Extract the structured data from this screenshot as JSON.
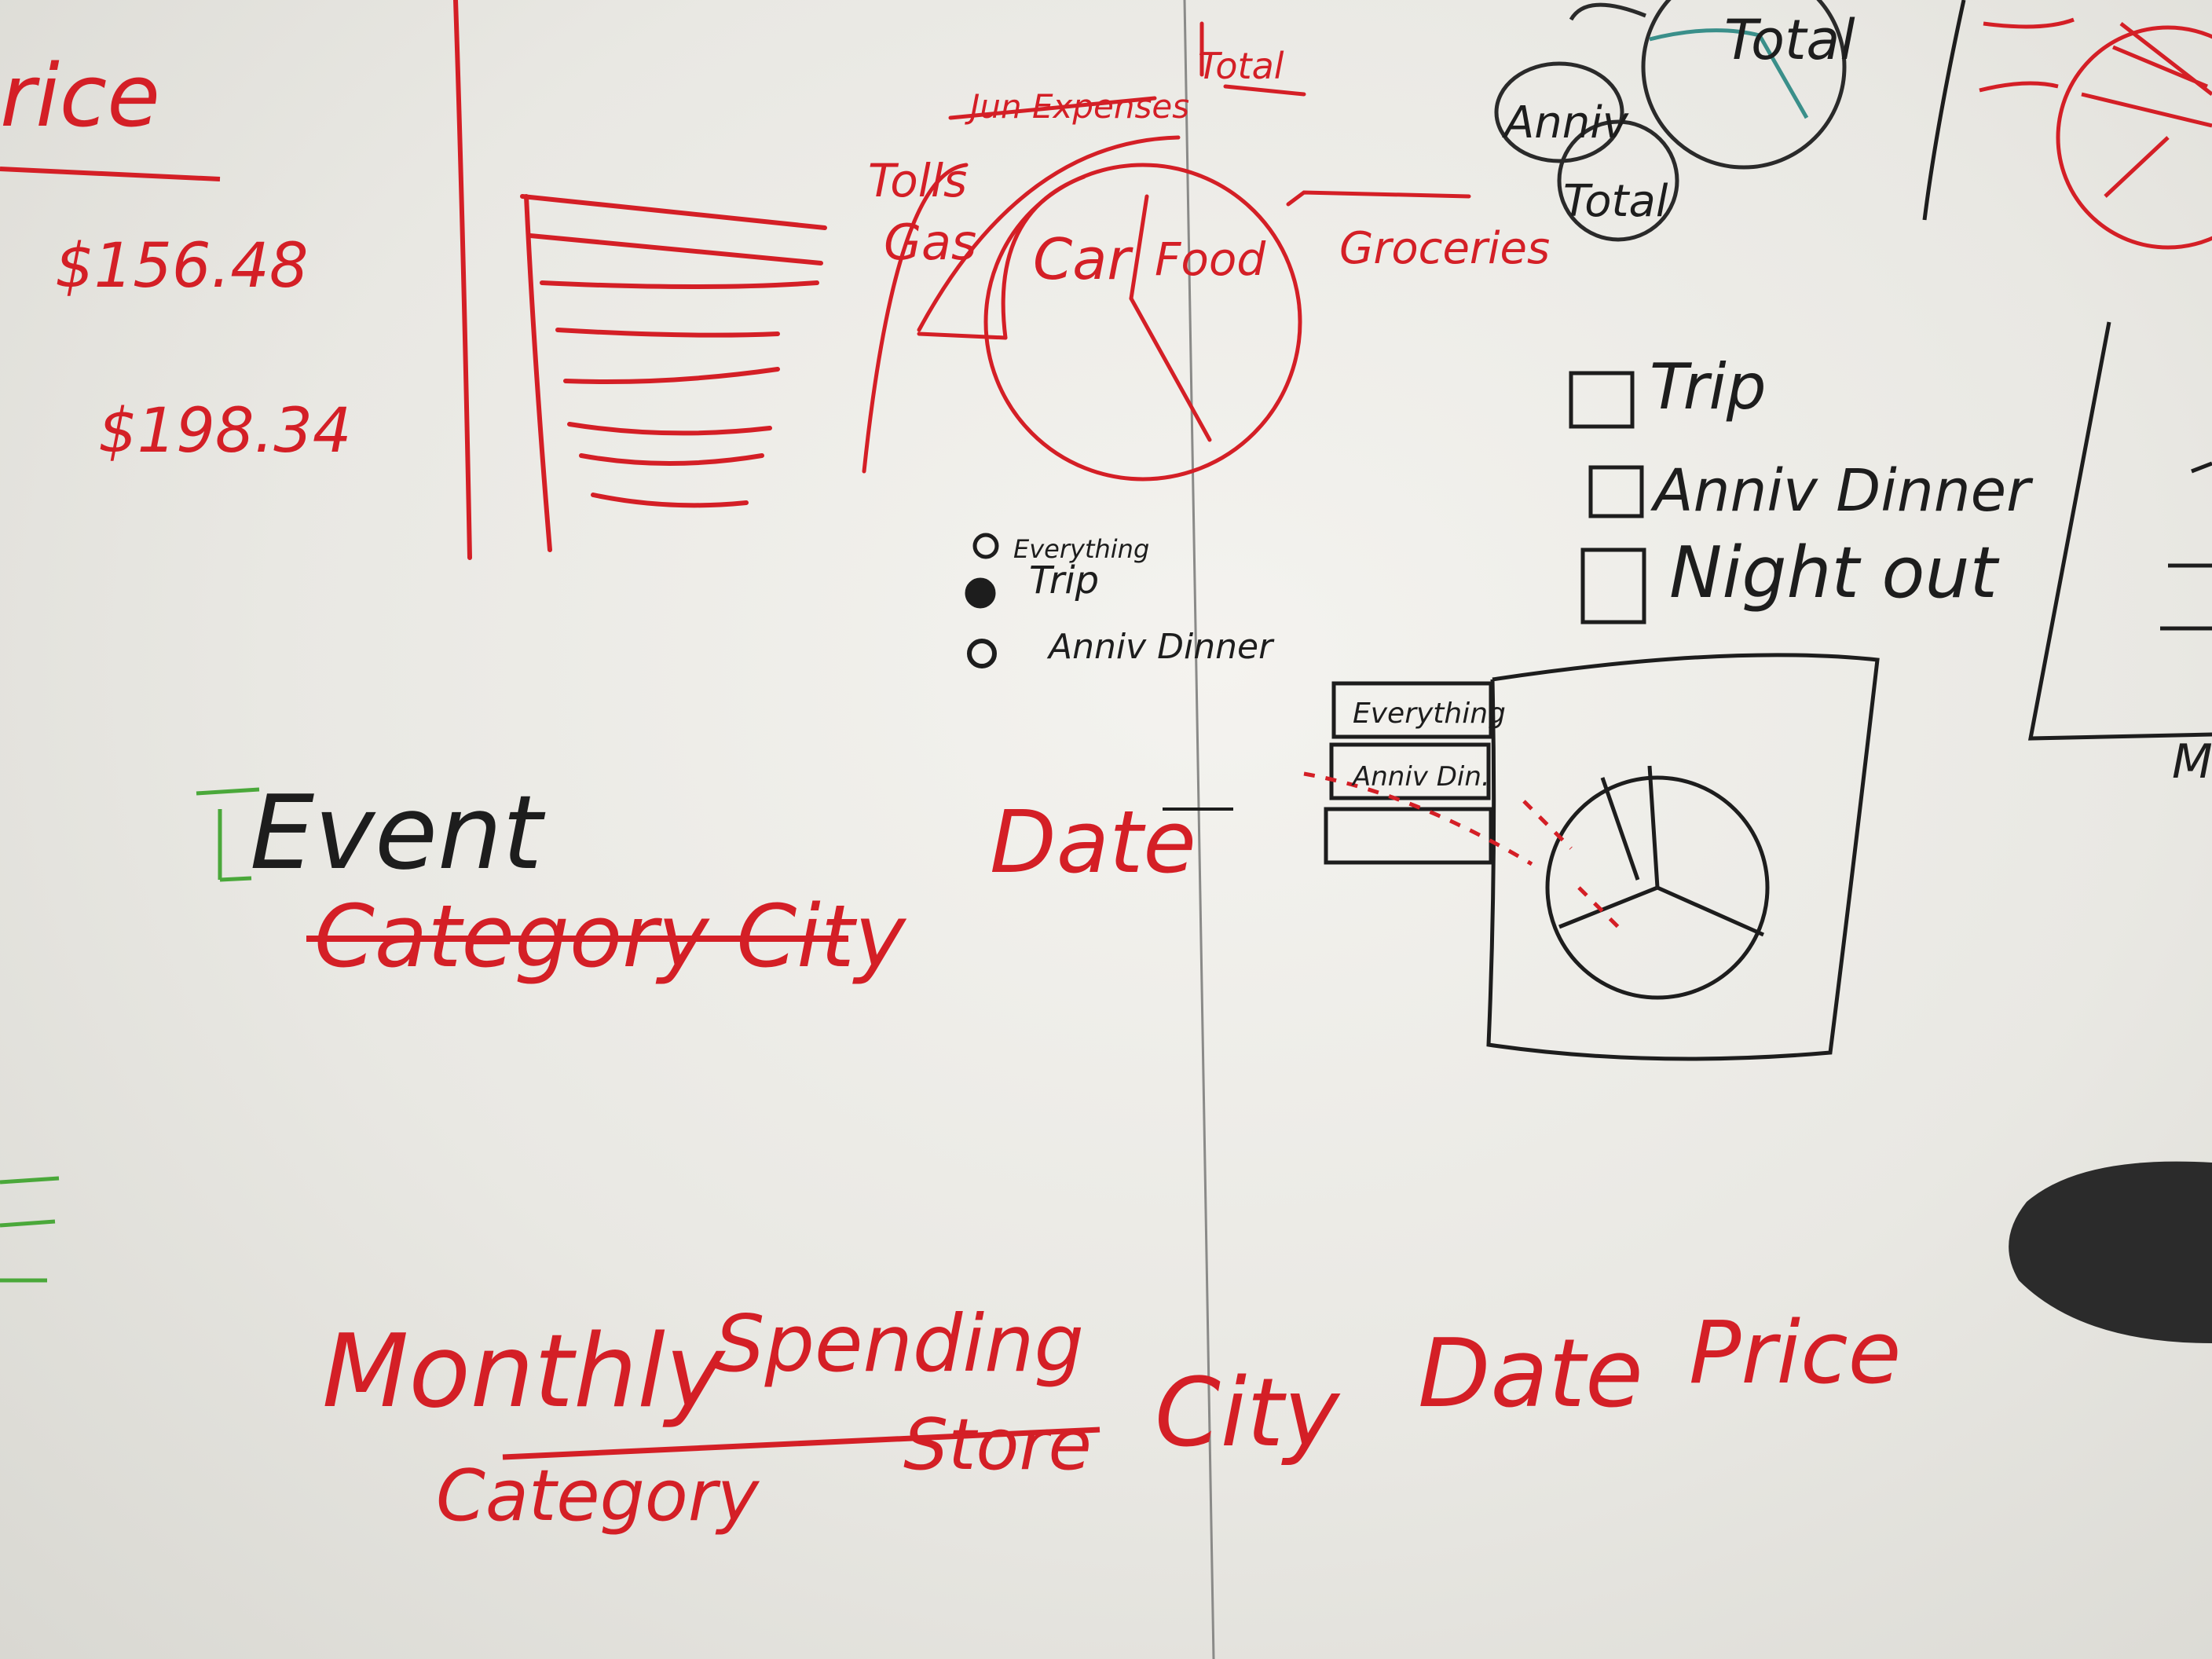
{
  "left_column": {
    "heading": "rice",
    "prices": [
      "$156.48",
      "$198.34"
    ]
  },
  "pie_sketch": {
    "title": "Jun Expenses",
    "total": "Total",
    "labels": [
      "Tolls",
      "Gas",
      "Car",
      "Food",
      "Groceries"
    ]
  },
  "radio_list": [
    "Everything",
    "Trip",
    "Anniv Dinner"
  ],
  "bubbles": [
    "Total",
    "Anniv",
    "Total"
  ],
  "checkbox_list": [
    "Trip",
    "Anniv Dinner",
    "Night out"
  ],
  "tab_panel": {
    "tabs": [
      "Everything",
      "Anniv Din."
    ]
  },
  "event_row": {
    "event": "Event",
    "crossed": "Category City",
    "date": "Date"
  },
  "bottom_row": {
    "monthly": "Monthly",
    "spending": "Spending",
    "category": "Category",
    "store": "Store",
    "city": "City",
    "date": "Date",
    "price": "Price"
  },
  "edge_label": "M",
  "colors": {
    "red_marker": "#d41f26",
    "black_marker": "#1d1d1d",
    "board": "#efeeea",
    "chair": "#2b2b2b"
  }
}
